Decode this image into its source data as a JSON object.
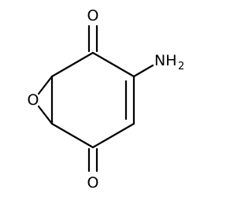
{
  "molecule": {
    "atoms": {
      "o_top": {
        "symbol": "O"
      },
      "o_bottom": {
        "symbol": "O"
      },
      "o_epoxide": {
        "symbol": "O"
      },
      "amine": {
        "symbol": "NH",
        "subscript": "2"
      }
    },
    "bond_color": "#000000",
    "background": "#ffffff"
  }
}
